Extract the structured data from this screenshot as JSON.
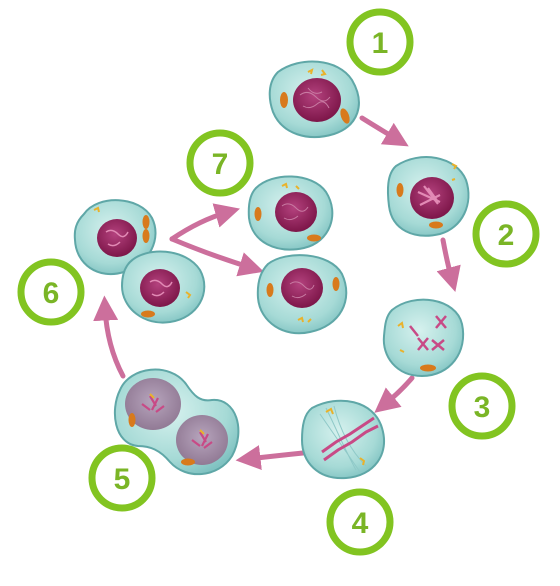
{
  "steps": [
    {
      "label": "1"
    },
    {
      "label": "2"
    },
    {
      "label": "3"
    },
    {
      "label": "4"
    },
    {
      "label": "5"
    },
    {
      "label": "6"
    },
    {
      "label": "7"
    }
  ],
  "colors": {
    "badge_ring": "#82c421",
    "badge_text": "#7ab526",
    "cell_fill": "#a8dcd8",
    "cell_outline": "#5fa7a7",
    "nucleus": "#8e1f55",
    "arrow": "#cc6f9c",
    "mitochondria": "#d87a1c",
    "centrosome": "#e9b22b"
  }
}
